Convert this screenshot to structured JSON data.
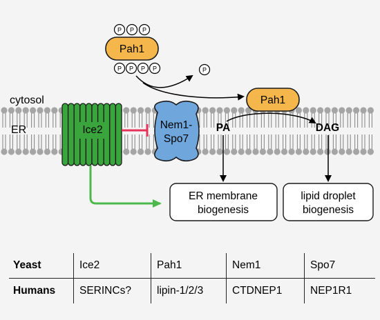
{
  "compartments": {
    "cytosol": "cytosol",
    "er": "ER"
  },
  "proteins": {
    "pah1_phospho": "Pah1",
    "pah1_membrane": "Pah1",
    "ice2": "Ice2",
    "nem1_spo7_line1": "Nem1-",
    "nem1_spo7_line2": "Spo7"
  },
  "phosphate_symbol": "P",
  "lipids": {
    "pa": "PA",
    "dag": "DAG"
  },
  "outcomes": {
    "er_biogenesis_line1": "ER membrane",
    "er_biogenesis_line2": "biogenesis",
    "ld_biogenesis_line1": "lipid droplet",
    "ld_biogenesis_line2": "biogenesis"
  },
  "colors": {
    "pah1": "#f5b64b",
    "ice2": "#3aa53d",
    "nem1_spo7": "#6fa7dd",
    "inhibition": "#e5335a",
    "activation": "#4cb84c",
    "membrane_heads": "#a5a5a5",
    "membrane_tails": "#8a8a8a"
  },
  "table": {
    "yeast_label": "Yeast",
    "humans_label": "Humans",
    "yeast": [
      "Ice2",
      "Pah1",
      "Nem1",
      "Spo7"
    ],
    "humans": [
      "SERINCs?",
      "lipin-1/2/3",
      "CTDNEP1",
      "NEP1R1"
    ]
  }
}
